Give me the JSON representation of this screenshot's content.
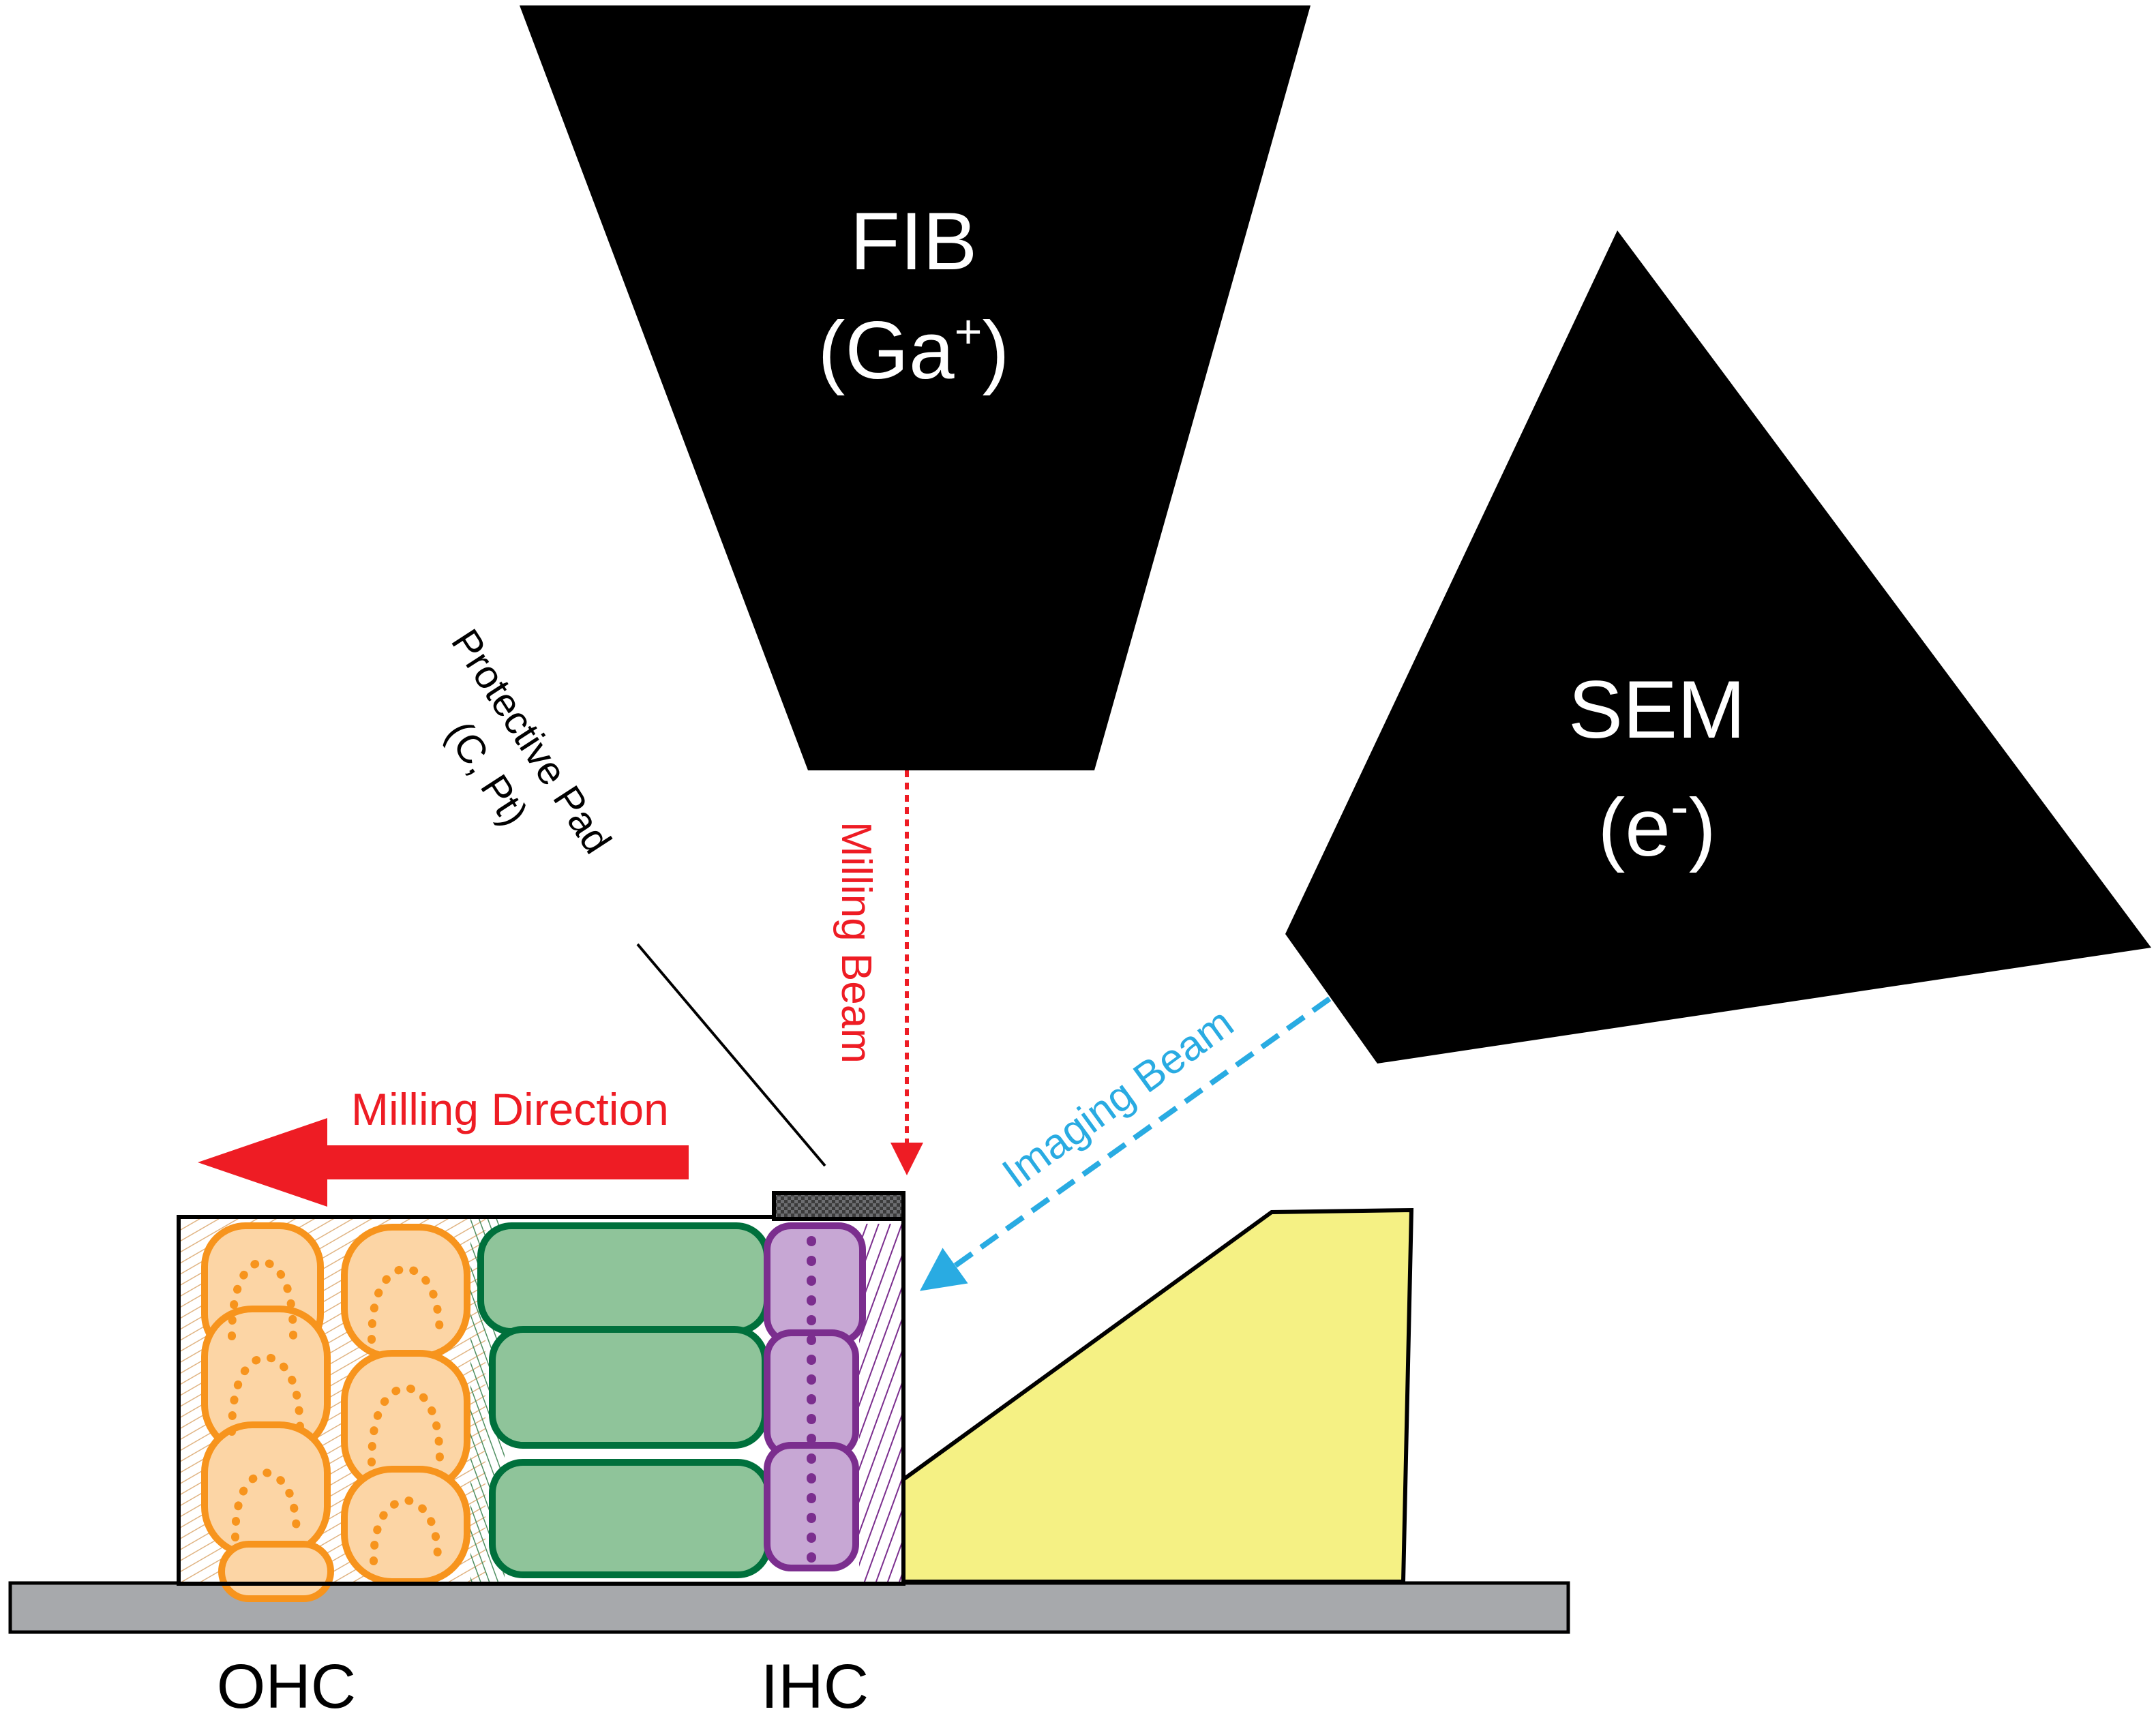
{
  "fib": {
    "line1": "FIB",
    "line2_main": "(Ga",
    "line2_sup": "+",
    "line2_end": ")"
  },
  "sem": {
    "line1": "SEM",
    "line2_main": "(e",
    "line2_sup": "-",
    "line2_end": ")"
  },
  "labels": {
    "protective_pad_line1": "Protective Pad",
    "protective_pad_line2": "(C, Pt)",
    "milling_beam": "Milling Beam",
    "imaging_beam": "Imaging Beam",
    "milling_direction": "Milling Direction",
    "ohc": "OHC",
    "ihc": "IHC"
  },
  "colors": {
    "instrument": "#000000",
    "milling": "#ee1c24",
    "imaging": "#29abe2",
    "ohc_outline": "#f7941d",
    "ohc_fill": "#fcd5a5",
    "pillar_outline": "#00703c",
    "pillar_fill": "#8fc49a",
    "ihc_outline": "#7b2e8e",
    "ihc_fill": "#c7a7d4",
    "limbus_fill": "#f5f184",
    "substrate_fill": "#a7a9ac"
  }
}
